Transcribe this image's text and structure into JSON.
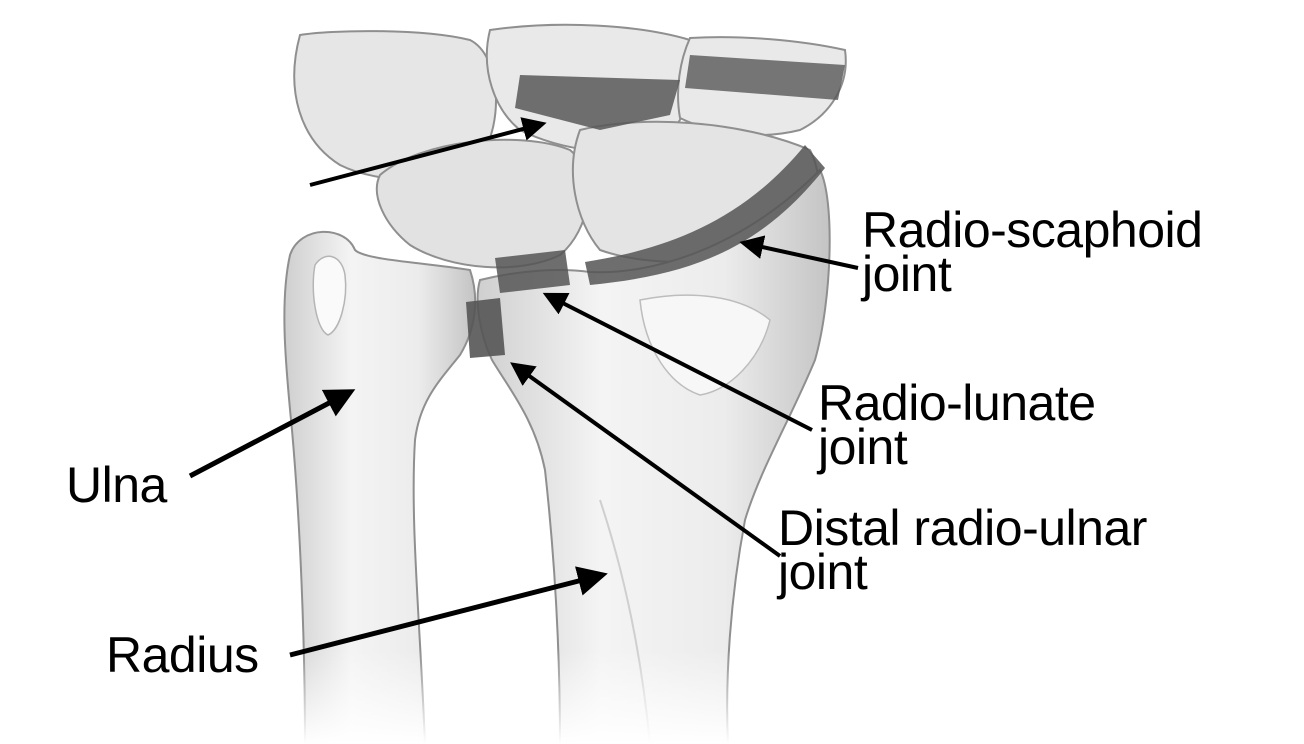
{
  "labels": {
    "radio_scaphoid": {
      "line1": "Radio-scaphoid",
      "line2": "joint"
    },
    "radio_lunate": {
      "line1": "Radio-lunate",
      "line2": "joint"
    },
    "distal_radio_ulnar": {
      "line1": "Distal radio-ulnar",
      "line2": "joint"
    },
    "ulna": "Ulna",
    "radius": "Radius"
  },
  "colors": {
    "bone_fill": "#ebebeb",
    "bone_light": "#f6f6f6",
    "bone_outline": "#9a9a9a",
    "bone_shadow": "#c9c9c9",
    "joint_band": "#555555",
    "arrow": "#000000",
    "text": "#000000"
  }
}
